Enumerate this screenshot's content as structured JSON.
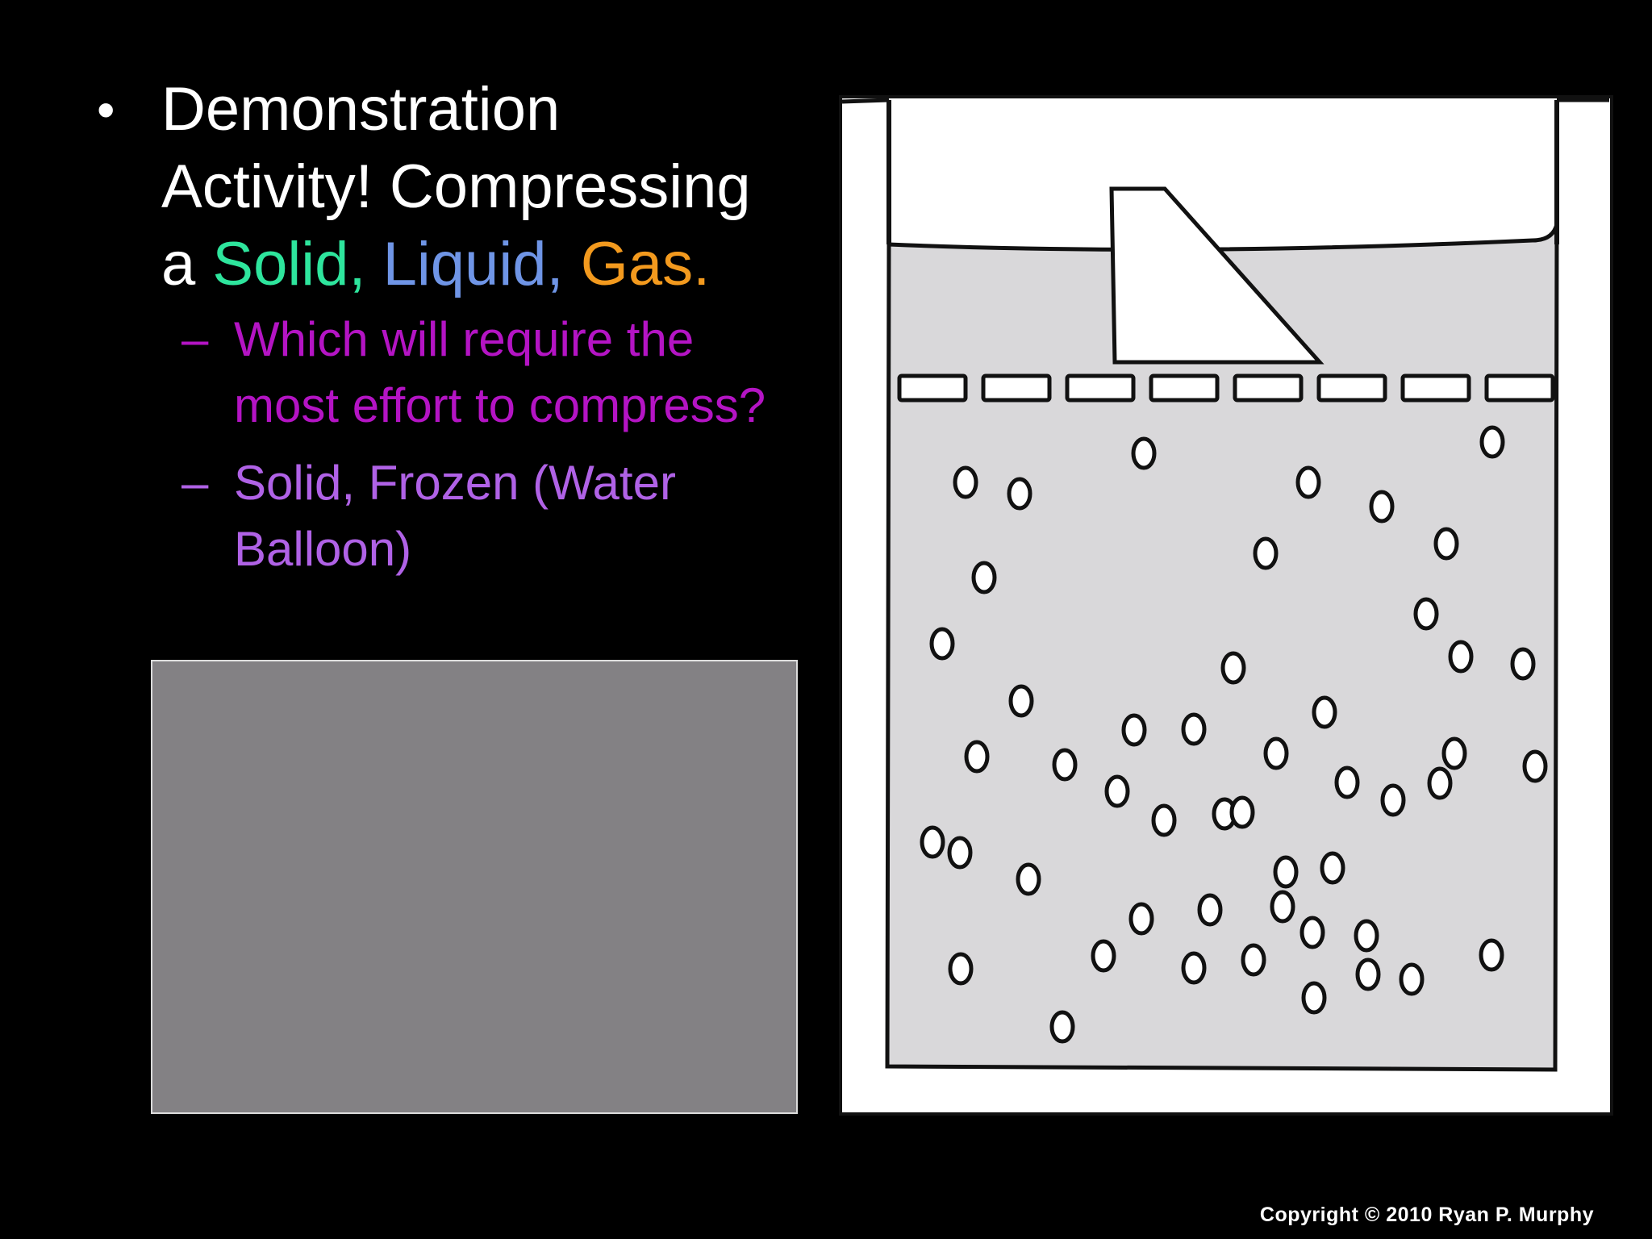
{
  "slide": {
    "main_bullet": {
      "bullet_char": "•",
      "line1": "Demonstration",
      "line2": "Activity! Compressing",
      "line3_prefix": "a ",
      "solid": "Solid,",
      "liquid": "Liquid,",
      "gas": "Gas."
    },
    "sub_bullets": [
      {
        "dash": "–",
        "text": "Which will require the most effort to compress?"
      },
      {
        "dash": "–",
        "text": "Solid, Frozen (Water Balloon)"
      }
    ],
    "copyright": "Copyright © 2010 Ryan P. Murphy"
  },
  "colors": {
    "background": "#000000",
    "text_white": "#ffffff",
    "solid_green": "#2ee59d",
    "liquid_blue": "#6f95e6",
    "gas_orange": "#f39a1e",
    "sub1_magenta": "#b414c4",
    "sub2_violet": "#b062e6",
    "placeholder_gray": "#838184",
    "diagram_fill": "#d9d8da"
  }
}
